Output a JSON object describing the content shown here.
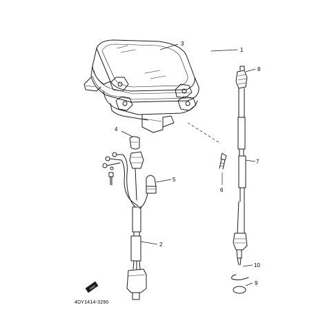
{
  "diagram": {
    "callouts": [
      {
        "id": "1",
        "label": "1"
      },
      {
        "id": "2",
        "label": "2"
      },
      {
        "id": "3",
        "label": "3"
      },
      {
        "id": "4",
        "label": "4"
      },
      {
        "id": "5",
        "label": "5"
      },
      {
        "id": "6",
        "label": "6"
      },
      {
        "id": "7",
        "label": "7"
      },
      {
        "id": "8",
        "label": "8"
      },
      {
        "id": "9",
        "label": "9"
      },
      {
        "id": "10",
        "label": "10"
      }
    ],
    "drawing_code": "4DY1414-3290",
    "front_badge": "FWD"
  }
}
